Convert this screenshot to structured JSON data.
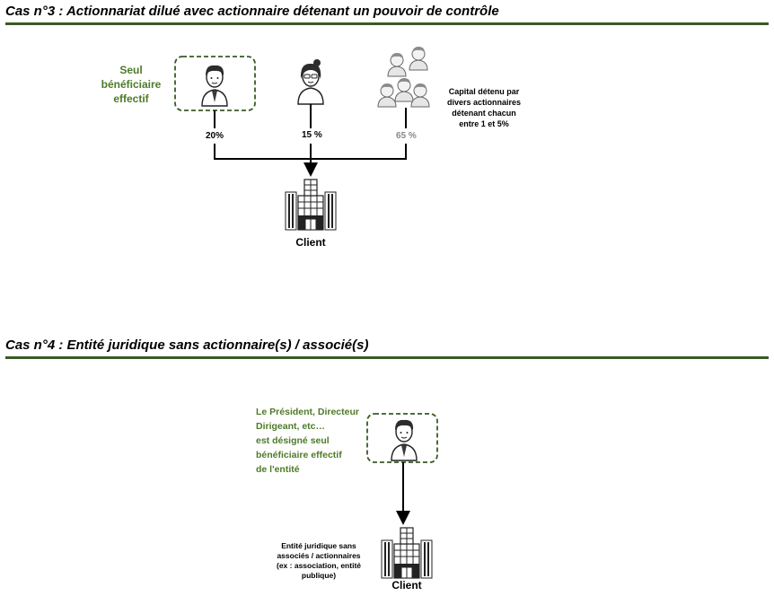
{
  "case3": {
    "title": "Cas n°3 : Actionnariat dilué avec actionnaire détenant un pouvoir de contrôle",
    "beneficiary_label": [
      "Seul",
      "bénéficiaire",
      "effectif"
    ],
    "pct_main": "20%",
    "pct_second": "15 %",
    "pct_group": "65 %",
    "group_note": [
      "Capital détenu par",
      "divers actionnaires",
      "détenant chacun",
      "entre 1 et 5%"
    ],
    "client_label": "Client"
  },
  "case4": {
    "title": "Cas n°4 : Entité juridique sans actionnaire(s) / associé(s)",
    "president_label": [
      "Le Président, Directeur",
      "Dirigeant, etc…",
      "est désigné seul",
      "bénéficiaire effectif",
      "de l'entité"
    ],
    "entity_note": [
      "Entité juridique sans",
      "associés / actionnaires",
      "(ex : association, entité",
      "publique)"
    ],
    "client_label": "Client"
  },
  "colors": {
    "accent_green": "#4e7a27",
    "rule_green": "#3a5a24",
    "line": "#000000"
  },
  "icons": [
    "man-icon",
    "woman-icon",
    "group-icon",
    "building-icon"
  ]
}
